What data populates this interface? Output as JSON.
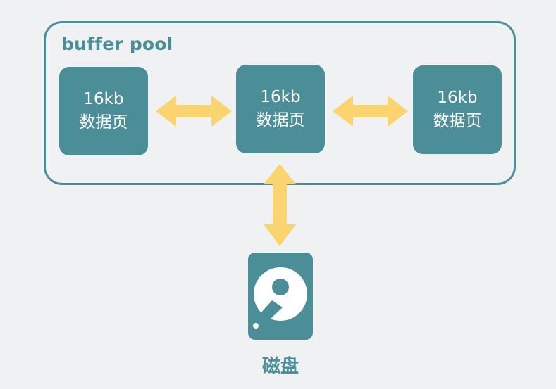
{
  "pool": {
    "title": "buffer pool"
  },
  "pages": [
    {
      "size": "16kb",
      "label": "数据页"
    },
    {
      "size": "16kb",
      "label": "数据页"
    },
    {
      "size": "16kb",
      "label": "数据页"
    }
  ],
  "disk": {
    "label": "磁盘",
    "icon": "hard-disk-icon"
  },
  "colors": {
    "primary": "#4b8e98",
    "arrow": "#fad46f",
    "background": "#f0f1f3"
  }
}
